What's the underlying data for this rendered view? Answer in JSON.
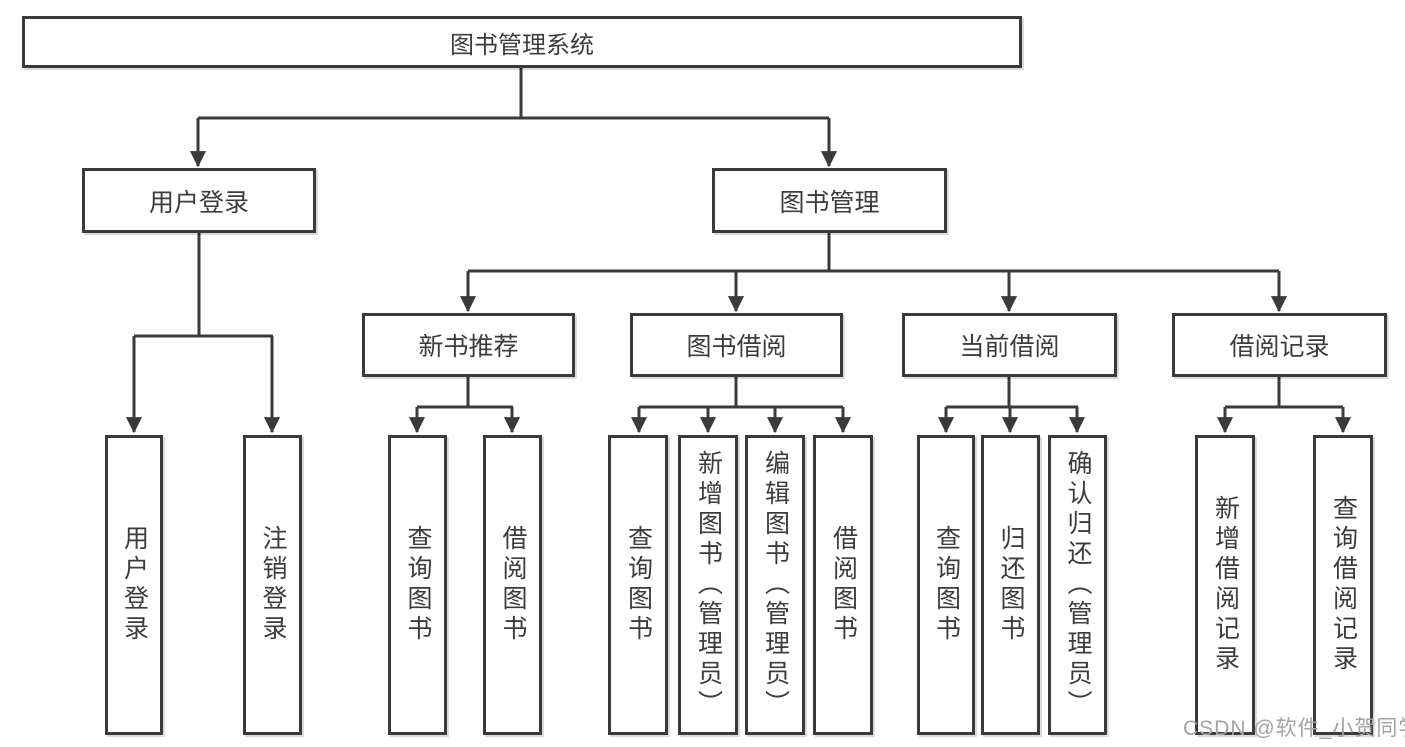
{
  "nodes": {
    "root": {
      "label": "图书管理系统"
    },
    "level2": [
      {
        "label": "用户登录"
      },
      {
        "label": "图书管理"
      }
    ],
    "level3": [
      {
        "label": "新书推荐"
      },
      {
        "label": "图书借阅"
      },
      {
        "label": "当前借阅"
      },
      {
        "label": "借阅记录"
      }
    ],
    "leaves_user_login": [
      {
        "label": "用户登录"
      },
      {
        "label": "注销登录"
      }
    ],
    "leaves_new_books": [
      {
        "label": "查询图书"
      },
      {
        "label": "借阅图书"
      }
    ],
    "leaves_book_borrowing": [
      {
        "label": "查询图书"
      },
      {
        "label": "新增图书（管理员）"
      },
      {
        "label": "编辑图书（管理员）"
      },
      {
        "label": "借阅图书"
      }
    ],
    "leaves_current_borrowing": [
      {
        "label": "查询图书"
      },
      {
        "label": "归还图书"
      },
      {
        "label": "确认归还（管理员）"
      }
    ],
    "leaves_borrow_records": [
      {
        "label": "新增借阅记录"
      },
      {
        "label": "查询借阅记录"
      }
    ]
  },
  "watermark": {
    "text": "CSDN @软件_小贺同学"
  },
  "colors": {
    "line": "#3a3a3a",
    "box_border": "#3a3a3a",
    "text": "#3c3c3c",
    "watermark": "#a3a3a3",
    "background": "#ffffff"
  }
}
